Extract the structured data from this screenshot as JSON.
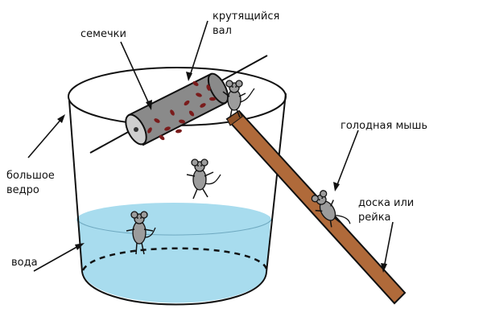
{
  "labels": {
    "seeds": "семечки",
    "roller_line1": "крутящийся",
    "roller_line2": "вал",
    "mouse": "голодная мышь",
    "bucket_line1": "большое",
    "bucket_line2": "ведро",
    "plank_line1": "доска или",
    "plank_line2": "рейка",
    "water": "вода"
  },
  "colors": {
    "water": "#a8dcee",
    "roller": "#8a8a8a",
    "roller_end": "#cfcfcf",
    "seeds": "#7a1c1c",
    "plank": "#b06a3a",
    "mouse": "#9c9c9c",
    "outline": "#111111"
  }
}
